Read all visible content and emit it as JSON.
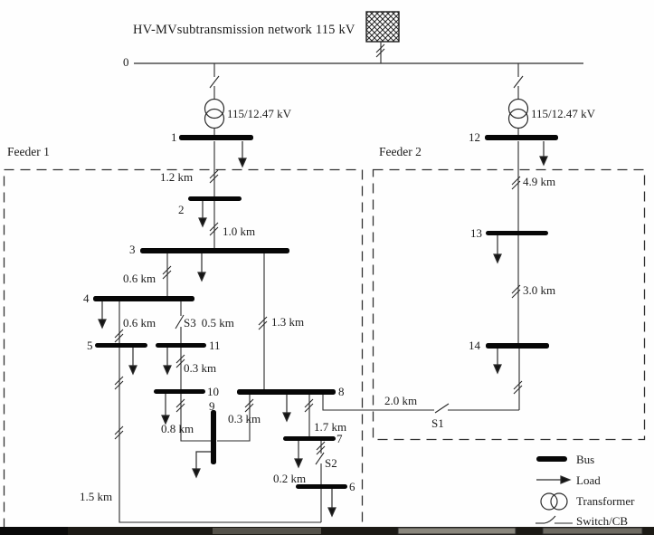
{
  "title": "HV-MVsubtransmission network 115 kV",
  "grid": {
    "bus0_label": "0"
  },
  "feeders": {
    "f1": "Feeder 1",
    "f2": "Feeder 2"
  },
  "transformers": {
    "t1": "115/12.47 kV",
    "t2": "115/12.47 kV"
  },
  "buses": {
    "b1": "1",
    "b2": "2",
    "b3": "3",
    "b4": "4",
    "b5": "5",
    "b6": "6",
    "b7": "7",
    "b8": "8",
    "b9": "9",
    "b10": "10",
    "b11": "11",
    "b12": "12",
    "b13": "13",
    "b14": "14"
  },
  "lines": {
    "l1_2": "1.2 km",
    "l2_3": "1.0 km",
    "l3_4": "0.6 km",
    "l4_5": "0.6 km",
    "l4_11": "0.5 km",
    "l3_8": "1.3 km",
    "l11_10": "0.3 km",
    "l10_9": "0.8 km",
    "l8_9": "0.3 km",
    "l8_7": "1.7 km",
    "l7_6": "0.2 km",
    "l5_6": "1.5 km",
    "l8_14": "2.0 km",
    "l12_13": "4.9 km",
    "l13_14": "3.0 km"
  },
  "switches": {
    "s1": "S1",
    "s2": "S2",
    "s3": "S3"
  },
  "legend": {
    "bus": "Bus",
    "load": "Load",
    "transformer": "Transformer",
    "switch": "Switch/CB"
  },
  "colors": {
    "ink": "#2b2b2b",
    "bar": "#070707",
    "paper": "#fefefe"
  }
}
